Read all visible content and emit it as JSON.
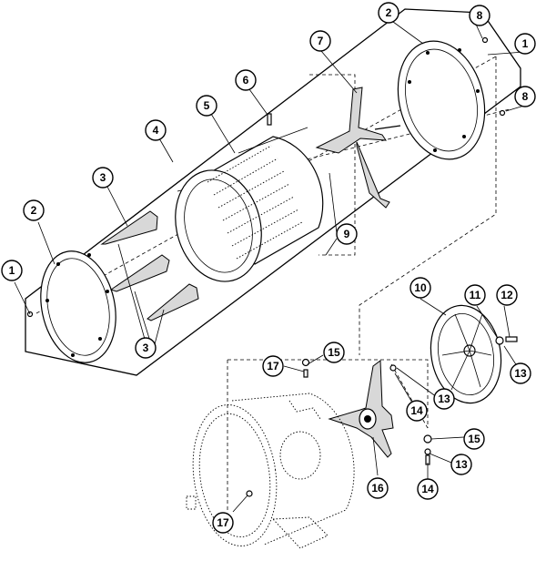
{
  "callouts": [
    {
      "id": "c-1-a",
      "label": "1"
    },
    {
      "id": "c-1-b",
      "label": "1"
    },
    {
      "id": "c-2-a",
      "label": "2"
    },
    {
      "id": "c-2-b",
      "label": "2"
    },
    {
      "id": "c-3-a",
      "label": "3"
    },
    {
      "id": "c-3-b",
      "label": "3"
    },
    {
      "id": "c-4",
      "label": "4"
    },
    {
      "id": "c-5",
      "label": "5"
    },
    {
      "id": "c-6",
      "label": "6"
    },
    {
      "id": "c-7",
      "label": "7"
    },
    {
      "id": "c-8-a",
      "label": "8"
    },
    {
      "id": "c-8-b",
      "label": "8"
    },
    {
      "id": "c-9",
      "label": "9"
    },
    {
      "id": "c-10",
      "label": "10"
    },
    {
      "id": "c-11",
      "label": "11"
    },
    {
      "id": "c-12",
      "label": "12"
    },
    {
      "id": "c-13-a",
      "label": "13"
    },
    {
      "id": "c-13-b",
      "label": "13"
    },
    {
      "id": "c-13-c",
      "label": "13"
    },
    {
      "id": "c-14-a",
      "label": "14"
    },
    {
      "id": "c-14-b",
      "label": "14"
    },
    {
      "id": "c-15-a",
      "label": "15"
    },
    {
      "id": "c-15-b",
      "label": "15"
    },
    {
      "id": "c-16",
      "label": "16"
    },
    {
      "id": "c-17-a",
      "label": "17"
    },
    {
      "id": "c-17-b",
      "label": "17"
    }
  ]
}
